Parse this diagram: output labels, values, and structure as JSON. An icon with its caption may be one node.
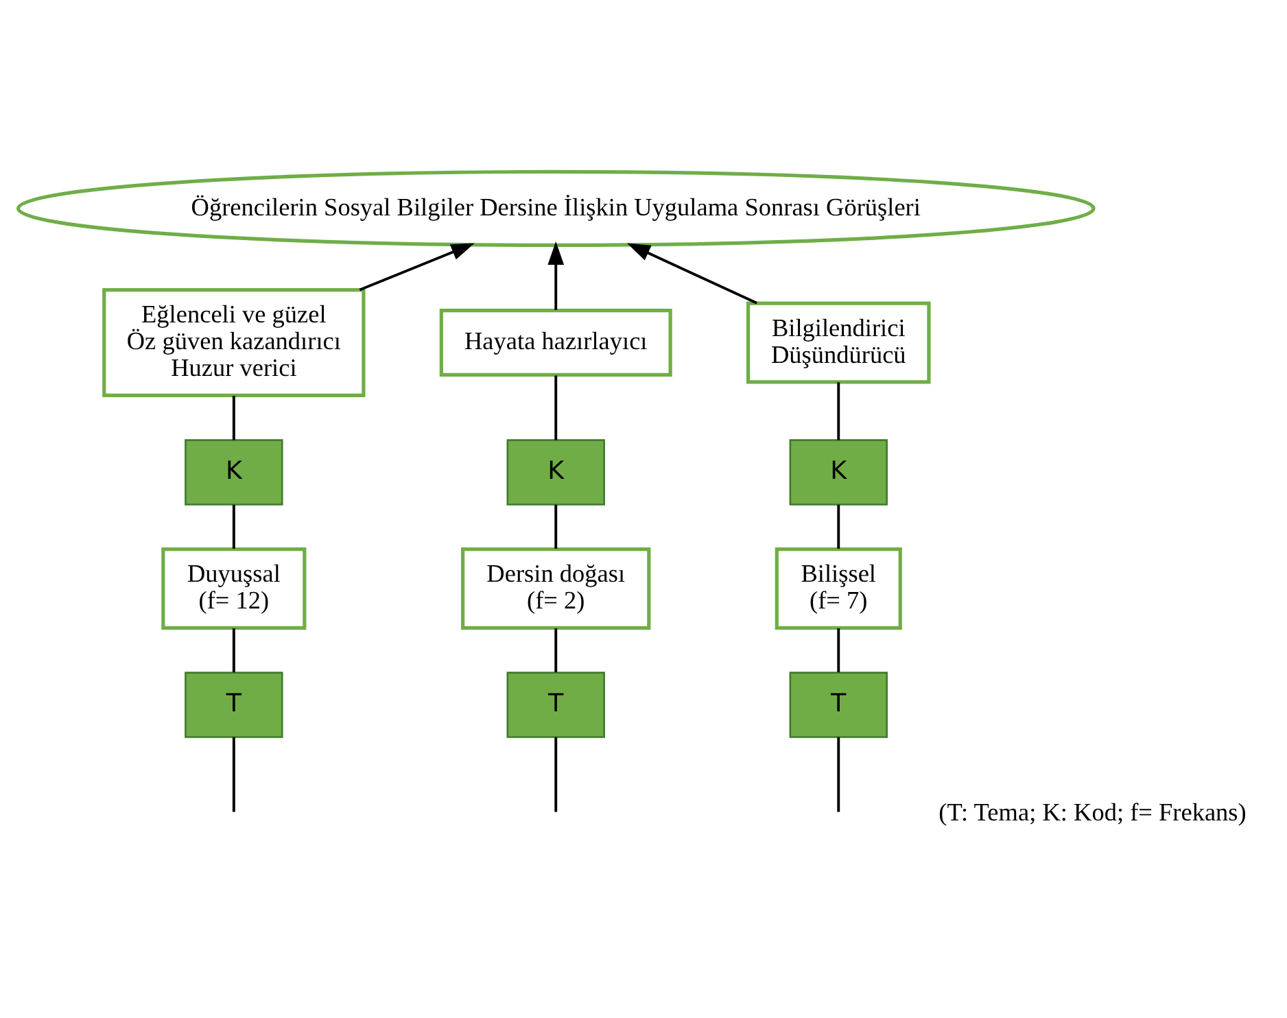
{
  "diagram": {
    "nodes": [
      {
        "text": [
          "Öğrencilerin Sosyal Bilgiler Dersine İlişkin Uygulama Sonrası Görüşleri"
        ]
      },
      {
        "text": [
          "Eğlenceli ve güzel",
          "Öz güven kazandırıcı",
          "Huzur verici"
        ]
      },
      {
        "text": [
          "K"
        ]
      },
      {
        "text": [
          "Duyuşsal",
          "(f= 12)"
        ]
      },
      {
        "text": [
          "T"
        ]
      },
      {
        "text": [
          "Hayata hazırlayıcı"
        ]
      },
      {
        "text": [
          "K"
        ]
      },
      {
        "text": [
          "Dersin doğası",
          "(f= 2)"
        ]
      },
      {
        "text": [
          "T"
        ]
      },
      {
        "text": [
          "Bilgilendirici",
          "Düşündürücü"
        ]
      },
      {
        "text": [
          "K"
        ]
      },
      {
        "text": [
          "Bilişsel",
          "(f= 7)"
        ]
      },
      {
        "text": [
          "T"
        ]
      }
    ],
    "edges": [
      {
        "from": null,
        "to": 4,
        "arrow": "none"
      },
      {
        "from": 4,
        "to": 3,
        "arrow": "none"
      },
      {
        "from": 3,
        "to": 2,
        "arrow": "none"
      },
      {
        "from": 2,
        "to": 1,
        "arrow": "none"
      },
      {
        "from": 1,
        "to": 0,
        "arrow": "to"
      },
      {
        "from": null,
        "to": 8,
        "arrow": "none"
      },
      {
        "from": 8,
        "to": 7,
        "arrow": "none"
      },
      {
        "from": 7,
        "to": 6,
        "arrow": "none"
      },
      {
        "from": 6,
        "to": 5,
        "arrow": "none"
      },
      {
        "from": 5,
        "to": 0,
        "arrow": "to"
      },
      {
        "from": null,
        "to": 12,
        "arrow": "none"
      },
      {
        "from": 12,
        "to": 11,
        "arrow": "none"
      },
      {
        "from": 11,
        "to": 10,
        "arrow": "none"
      },
      {
        "from": 10,
        "to": 9,
        "arrow": "none"
      },
      {
        "from": 9,
        "to": 0,
        "arrow": "to"
      }
    ],
    "labels": [
      "(T: Tema; K: Kod; f= Frekans)"
    ]
  }
}
